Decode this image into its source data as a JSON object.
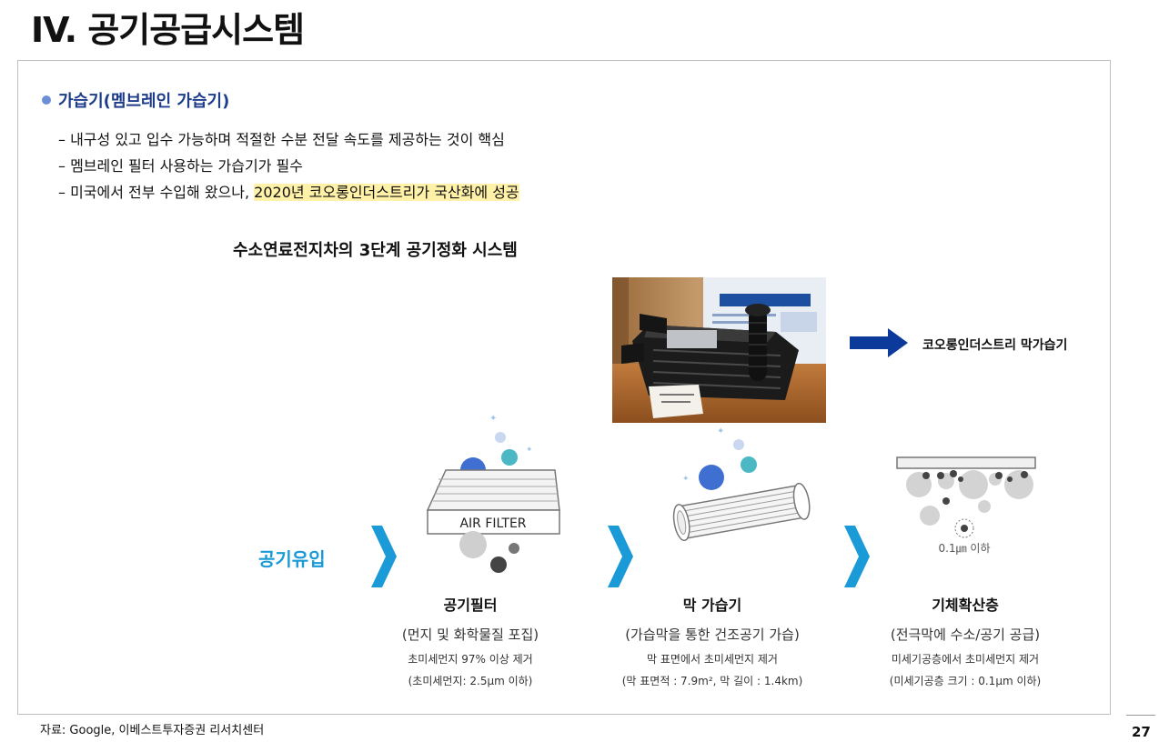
{
  "page": {
    "title": "IV. 공기공급시스템",
    "page_number": "27",
    "source": "자료:  Google, 이베스트투자증권 리서치센터"
  },
  "section": {
    "heading": "가습기(멤브레인 가습기)",
    "bullets": [
      "– 내구성 있고 입수 가능하며 적절한 수분 전달 속도를 제공하는 것이 핵심",
      "– 멤브레인 필터 사용하는 가습기가 필수"
    ],
    "bullet3_prefix": "– 미국에서 전부 수입해 왔으나, ",
    "bullet3_highlight": "2020년 코오롱인더스트리가 국산화에 성공"
  },
  "diagram": {
    "title": "수소연료전지차의 3단계 공기정화 시스템",
    "product_label": "코오롱인더스트리 막가습기",
    "inflow_label": "공기유입",
    "air_filter_text": "AIR FILTER",
    "particle_size_text": "0.1㎛ 이하",
    "stages": [
      {
        "name": "공기필터",
        "desc": "(먼지 및 화학물질 포집)",
        "detail1": "초미세먼지 97% 이상 제거",
        "detail2": "(초미세먼지: 2.5μm 이하)"
      },
      {
        "name": "막 가습기",
        "desc": "(가습막을 통한 건조공기 가습)",
        "detail1": "막 표면에서 초미세먼지 제거",
        "detail2": "(막 표면적 : 7.9m², 막 길이 : 1.4km)"
      },
      {
        "name": "기체확산층",
        "desc": "(전극막에 수소/공기 공급)",
        "detail1": "미세기공층에서 초미세먼지 제거",
        "detail2": "(미세기공층 크기 : 0.1μm 이하)"
      }
    ]
  },
  "colors": {
    "heading_blue": "#1e3c8c",
    "accent_cyan": "#1a9bd7",
    "arrow_navy": "#0b3a9b",
    "highlight_yellow": "#fff2a8"
  }
}
